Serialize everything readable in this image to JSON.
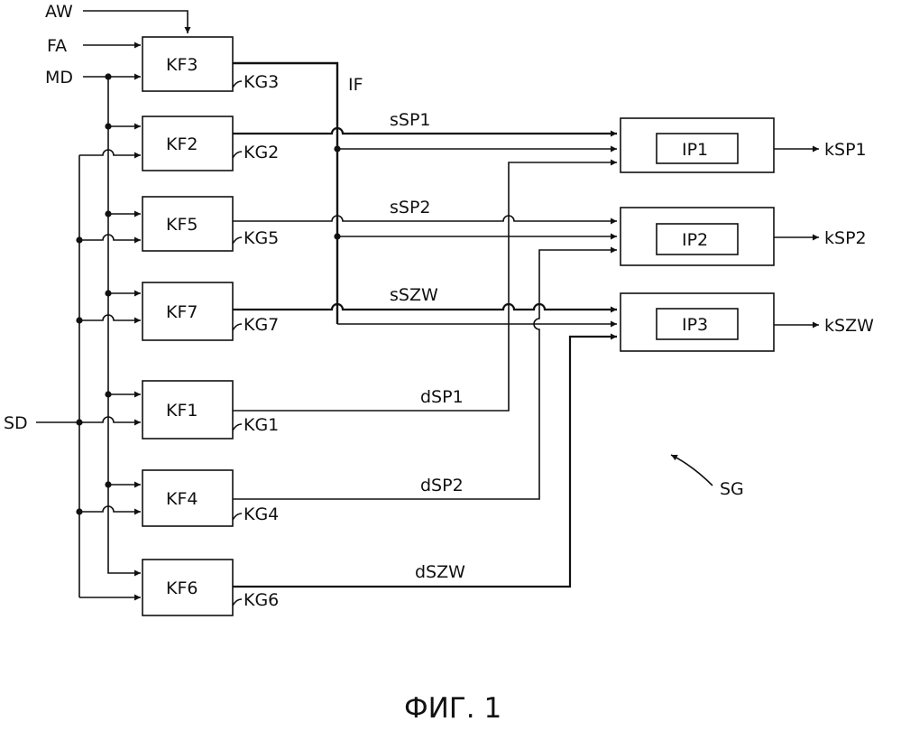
{
  "inputs": {
    "aw": "AW",
    "fa": "FA",
    "md": "MD",
    "sd": "SD"
  },
  "filters": [
    {
      "label": "KF3",
      "group": "KG3"
    },
    {
      "label": "KF2",
      "group": "KG2"
    },
    {
      "label": "KF5",
      "group": "KG5"
    },
    {
      "label": "KF7",
      "group": "KG7"
    },
    {
      "label": "KF1",
      "group": "KG1"
    },
    {
      "label": "KF4",
      "group": "KG4"
    },
    {
      "label": "KF6",
      "group": "KG6"
    }
  ],
  "bus_label": "IF",
  "signals": {
    "ssp1": "sSP1",
    "ssp2": "sSP2",
    "sszw": "sSZW",
    "dsp1": "dSP1",
    "dsp2": "dSP2",
    "dszw": "dSZW"
  },
  "processors": [
    {
      "label": "IP1",
      "output": "kSP1"
    },
    {
      "label": "IP2",
      "output": "kSP2"
    },
    {
      "label": "IP3",
      "output": "kSZW"
    }
  ],
  "system_label": "SG",
  "figure_caption": "ФИГ. 1"
}
